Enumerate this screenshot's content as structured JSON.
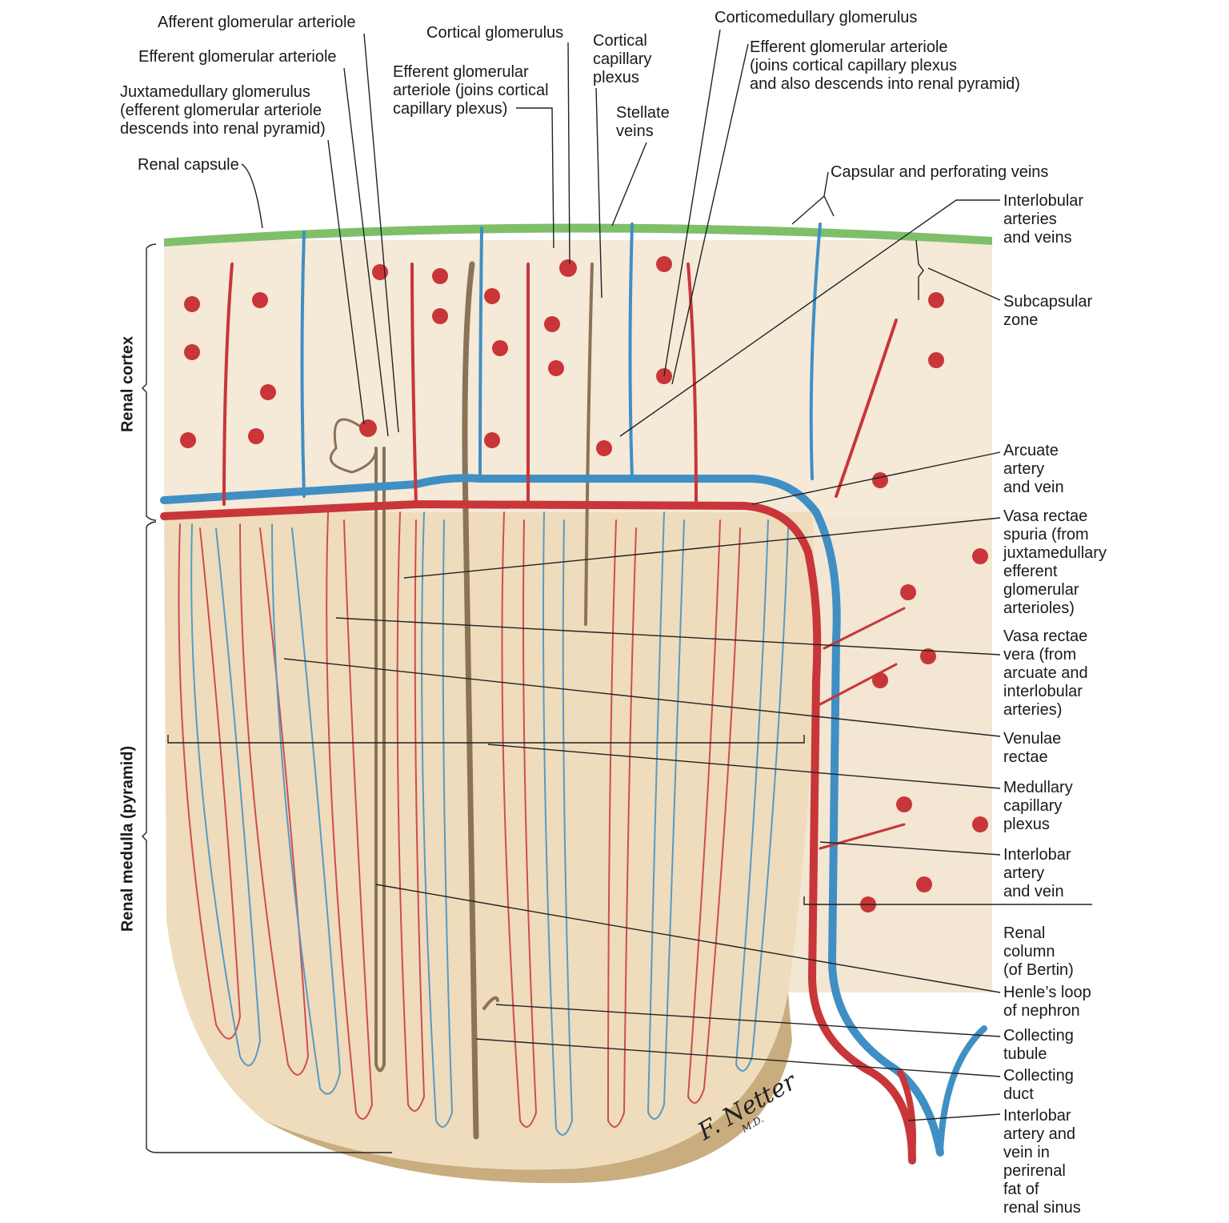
{
  "colors": {
    "artery": "#c8363a",
    "vein": "#3f8fc4",
    "tubule": "#8a7356",
    "capsule": "#7fbf6a",
    "cortex_bg": "#f5e9d8",
    "medulla_bg": "#efdcbc",
    "sinus_fat": "#c9ad7f"
  },
  "labels": {
    "afferent_glomerular_arteriole": "Afferent glomerular arteriole",
    "efferent_glomerular_arteriole": "Efferent glomerular arteriole",
    "juxtamedullary_glomerulus": "Juxtamedullary glomerulus\n(efferent glomerular arteriole\ndescends into renal pyramid)",
    "renal_capsule": "Renal capsule",
    "cortical_glomerulus": "Cortical glomerulus",
    "efferent_joins_cortical": "Efferent glomerular\narteriole (joins cortical\ncapillary plexus)",
    "cortical_capillary_plexus": "Cortical\ncapillary\nplexus",
    "stellate_veins": "Stellate\nveins",
    "corticomedullary_glomerulus": "Corticomedullary glomerulus",
    "efferent_joins_and_descends": "Efferent glomerular arteriole\n(joins cortical capillary plexus\nand also descends into renal pyramid)",
    "capsular_perforating_veins": "Capsular and perforating veins",
    "interlobular_arteries_veins": "Interlobular\narteries\nand veins",
    "subcapsular_zone": "Subcapsular\nzone",
    "arcuate_artery_vein": "Arcuate\nartery\nand vein",
    "vasa_rectae_spuria": "Vasa rectae\nspuria (from\njuxtamedullary\nefferent\nglomerular\narterioles)",
    "vasa_rectae_vera": "Vasa rectae\nvera (from\narcuate and\ninterlobular\narteries)",
    "venulae_rectae": "Venulae\nrectae",
    "medullary_capillary_plexus": "Medullary\ncapillary\nplexus",
    "interlobar_artery_vein": "Interlobar\nartery\nand vein",
    "renal_column": "Renal\ncolumn\n(of Bertin)",
    "henles_loop": "Henle’s loop\nof nephron",
    "collecting_tubule": "Collecting\ntubule",
    "collecting_duct": "Collecting\nduct",
    "interlobar_perirenal": "Interlobar\nartery and\nvein in\nperirenal\nfat of\nrenal sinus",
    "renal_cortex": "Renal cortex",
    "renal_medulla": "Renal medulla (pyramid)"
  }
}
